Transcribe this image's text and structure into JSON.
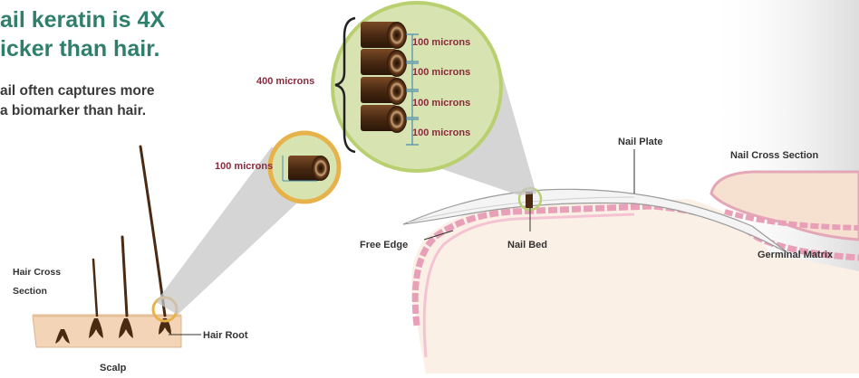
{
  "headline": {
    "line1": "ail keratin is 4X",
    "line2": "icker than hair."
  },
  "subtext": {
    "line1": "ail often captures more",
    "line2": "a biomarker than hair."
  },
  "labels": {
    "hair_cross_section_1": "Hair Cross",
    "hair_cross_section_2": "Section",
    "scalp": "Scalp",
    "hair_root": "Hair Root",
    "hair_microns": "100 microns",
    "nail_total_microns": "400 microns",
    "layer_microns": [
      "100 microns",
      "100 microns",
      "100 microns",
      "100 microns"
    ],
    "nail_plate": "Nail Plate",
    "nail_cross_section": "Nail Cross Section",
    "free_edge": "Free Edge",
    "nail_bed": "Nail Bed",
    "germinal_matrix": "Germinal Matrix"
  },
  "colors": {
    "headline": "#2f7f6b",
    "micron_label": "#8b2a3c",
    "hair": "#4a2a12",
    "skin": "#f3d4b6",
    "pink_tissue": "#e8a0b8",
    "circle_fill": "#d7e3b0",
    "circle_ring": "#e7b24a",
    "bracket_line": "#4a8fb0"
  }
}
